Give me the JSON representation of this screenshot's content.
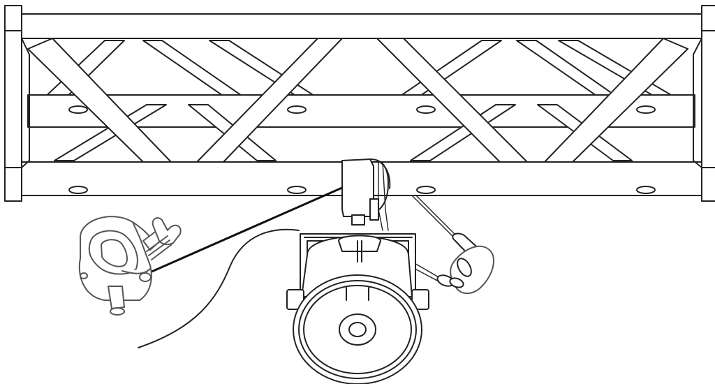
{
  "diagram": {
    "subject": "truss-with-par-can-light-clamp-and-safety-cable",
    "colors": {
      "line": "#222222",
      "muted_line": "#555555",
      "background": "#ffffff"
    },
    "components": [
      "truss",
      "par-can-light",
      "half-coupler-clamp",
      "safety-cable",
      "power-cable",
      "leader-line"
    ]
  }
}
